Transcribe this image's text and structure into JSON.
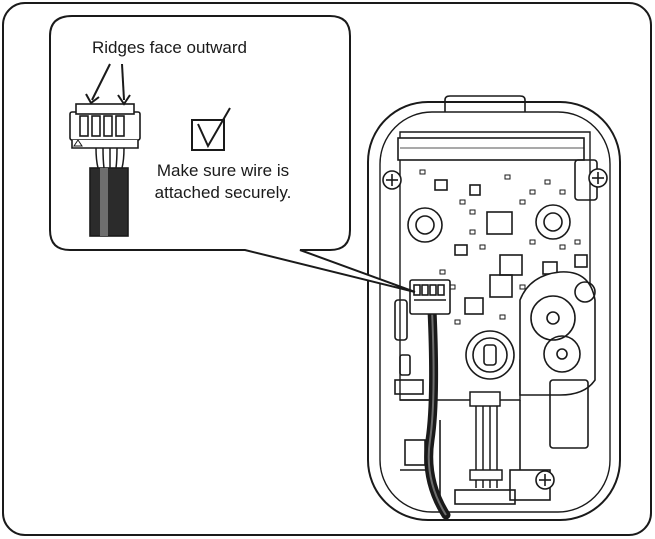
{
  "callout": {
    "ridges_label": "Ridges face outward",
    "instruction_line1": "Make sure wire is",
    "instruction_line2": "attached securely."
  },
  "icons": {
    "checkbox": "checkbox-check-icon",
    "connector": "connector-icon",
    "screw": "screw-icon"
  },
  "colors": {
    "line": "#1a1a1a",
    "cable": "#2b2b2b",
    "cable_highlight": "#6e6e6e",
    "background": "#ffffff"
  }
}
